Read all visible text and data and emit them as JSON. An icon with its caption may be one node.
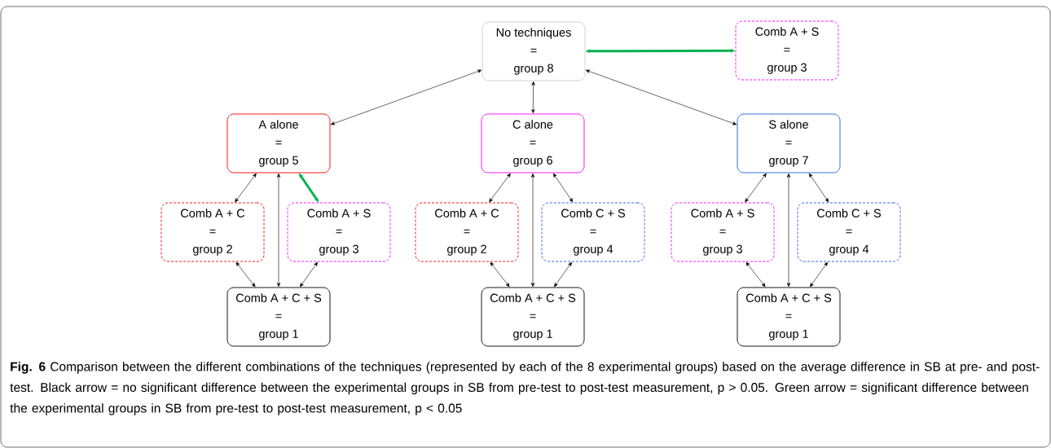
{
  "diagram": {
    "caption": "**Fig. 6** Comparison between the different combinations of the techniques (represented by each of the 8 experimental groups) based on the average difference in SB at pre- and post-test. Black arrow = no significant difference between the experimental groups in SB from pre-test to post-test measurement, p > 0.05. Green arrow = significant difference between the experimental groups in SB from pre-test to post-test measurement, p < 0.05",
    "nodes": [
      {
        "text": [
          "No techniques",
          "=",
          "group 8"
        ]
      },
      {
        "text": [
          "Comb A + S",
          "=",
          "group 3"
        ]
      },
      {
        "text": [
          "A alone",
          "=",
          "group 5"
        ]
      },
      {
        "text": [
          "C alone",
          "=",
          "group 6"
        ]
      },
      {
        "text": [
          "S alone",
          "=",
          "group 7"
        ]
      },
      {
        "text": [
          "Comb A + C",
          "=",
          "group 2"
        ]
      },
      {
        "text": [
          "Comb A + S",
          "=",
          "group 3"
        ]
      },
      {
        "text": [
          "Comb A + C + S",
          "=",
          "group 1"
        ]
      },
      {
        "text": [
          "Comb A + C",
          "=",
          "group 2"
        ]
      },
      {
        "text": [
          "Comb C + S",
          "=",
          "group 4"
        ]
      },
      {
        "text": [
          "Comb A + C + S",
          "=",
          "group 1"
        ]
      },
      {
        "text": [
          "Comb A + S",
          "=",
          "group 3"
        ]
      },
      {
        "text": [
          "Comb C + S",
          "=",
          "group 4"
        ]
      },
      {
        "text": [
          "Comb A + C + S",
          "=",
          "group 1"
        ]
      }
    ],
    "edges": [
      {
        "from": 0,
        "to": 1,
        "arrow": "both",
        "style": "thick",
        "color": "#00b050"
      },
      {
        "from": 0,
        "to": 2,
        "arrow": "both"
      },
      {
        "from": 0,
        "to": 3,
        "arrow": "both"
      },
      {
        "from": 0,
        "to": 4,
        "arrow": "both"
      },
      {
        "from": 2,
        "to": 5,
        "arrow": "both"
      },
      {
        "from": 2,
        "to": 6,
        "arrow": "both",
        "style": "thick",
        "color": "#00b050"
      },
      {
        "from": 2,
        "to": 7,
        "arrow": "both"
      },
      {
        "from": 5,
        "to": 7,
        "arrow": "both"
      },
      {
        "from": 6,
        "to": 7,
        "arrow": "both"
      },
      {
        "from": 3,
        "to": 8,
        "arrow": "both"
      },
      {
        "from": 3,
        "to": 9,
        "arrow": "both"
      },
      {
        "from": 3,
        "to": 10,
        "arrow": "both"
      },
      {
        "from": 8,
        "to": 10,
        "arrow": "both"
      },
      {
        "from": 9,
        "to": 10,
        "arrow": "both"
      },
      {
        "from": 4,
        "to": 11,
        "arrow": "both"
      },
      {
        "from": 4,
        "to": 12,
        "arrow": "both"
      },
      {
        "from": 4,
        "to": 13,
        "arrow": "both"
      },
      {
        "from": 11,
        "to": 13,
        "arrow": "both"
      },
      {
        "from": 12,
        "to": 13,
        "arrow": "both"
      }
    ]
  }
}
